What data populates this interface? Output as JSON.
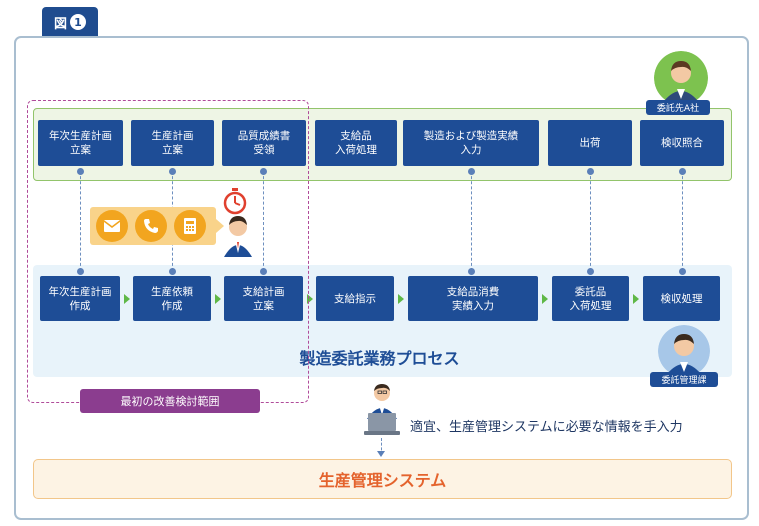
{
  "figure_label": "図",
  "figure_number": "1",
  "top_row": [
    {
      "label": "年次生産計画\n立案"
    },
    {
      "label": "生産計画\n立案"
    },
    {
      "label": "品質成績書\n受領"
    },
    {
      "label": "支給品\n入荷処理"
    },
    {
      "label": "製造および製造実績\n入力"
    },
    {
      "label": "出荷"
    },
    {
      "label": "検収照合"
    }
  ],
  "bottom_row": [
    {
      "label": "年次生産計画\n作成"
    },
    {
      "label": "生産依頼\n作成"
    },
    {
      "label": "支給計画\n立案"
    },
    {
      "label": "支給指示"
    },
    {
      "label": "支給品消費\n実績入力"
    },
    {
      "label": "委託品\n入荷処理"
    },
    {
      "label": "検収処理"
    }
  ],
  "process_title": "製造委託業務プロセス",
  "scope_label": "最初の改善検討範囲",
  "contractor_badge": "委託先A社",
  "department_badge": "委託管理課",
  "note": "適宜、生産管理システムに必要な情報を手入力",
  "system_label": "生産管理システム",
  "colors": {
    "box": "#1e4d96",
    "top_band": "#eef5e5",
    "mid_band": "#e8f3fa",
    "scope": "#8b3d8f",
    "system_text": "#e4632d",
    "comm_icon": "#f2a51f"
  },
  "icons": [
    "email-icon",
    "phone-icon",
    "fax-icon",
    "stopwatch-icon",
    "person-icon",
    "laptop-icon"
  ]
}
